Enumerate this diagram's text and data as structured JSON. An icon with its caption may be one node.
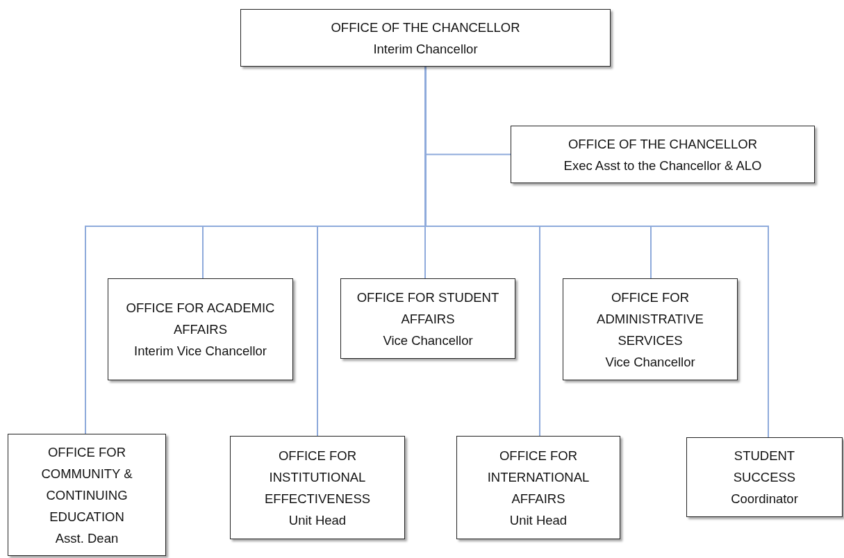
{
  "diagram": {
    "nodes": [
      {
        "text": [
          "OFFICE OF THE CHANCELLOR",
          "Interim Chancellor"
        ]
      },
      {
        "text": [
          "OFFICE OF THE CHANCELLOR",
          "Exec Asst to the Chancellor & ALO"
        ]
      },
      {
        "text": [
          "OFFICE FOR ACADEMIC AFFAIRS",
          "Interim Vice Chancellor"
        ]
      },
      {
        "text": [
          "OFFICE FOR STUDENT AFFAIRS",
          "Vice Chancellor"
        ]
      },
      {
        "text": [
          "OFFICE FOR ADMINISTRATIVE SERVICES",
          "Vice Chancellor"
        ]
      },
      {
        "text": [
          "OFFICE FOR COMMUNITY & CONTINUING EDUCATION",
          "Asst. Dean"
        ]
      },
      {
        "text": [
          "OFFICE FOR INSTITUTIONAL EFFECTIVENESS",
          "Unit Head"
        ]
      },
      {
        "text": [
          "OFFICE FOR INTERNATIONAL AFFAIRS",
          "Unit Head"
        ]
      },
      {
        "text": [
          "STUDENT SUCCESS",
          "Coordinator"
        ]
      }
    ],
    "edges": [
      {
        "from": 0,
        "to": 1,
        "arrow": "none"
      },
      {
        "from": 0,
        "to": 2,
        "arrow": "none"
      },
      {
        "from": 0,
        "to": 3,
        "arrow": "none"
      },
      {
        "from": 0,
        "to": 4,
        "arrow": "none"
      },
      {
        "from": 0,
        "to": 5,
        "arrow": "none"
      },
      {
        "from": 0,
        "to": 6,
        "arrow": "none"
      },
      {
        "from": 0,
        "to": 7,
        "arrow": "none"
      },
      {
        "from": 0,
        "to": 8,
        "arrow": "none"
      }
    ]
  }
}
